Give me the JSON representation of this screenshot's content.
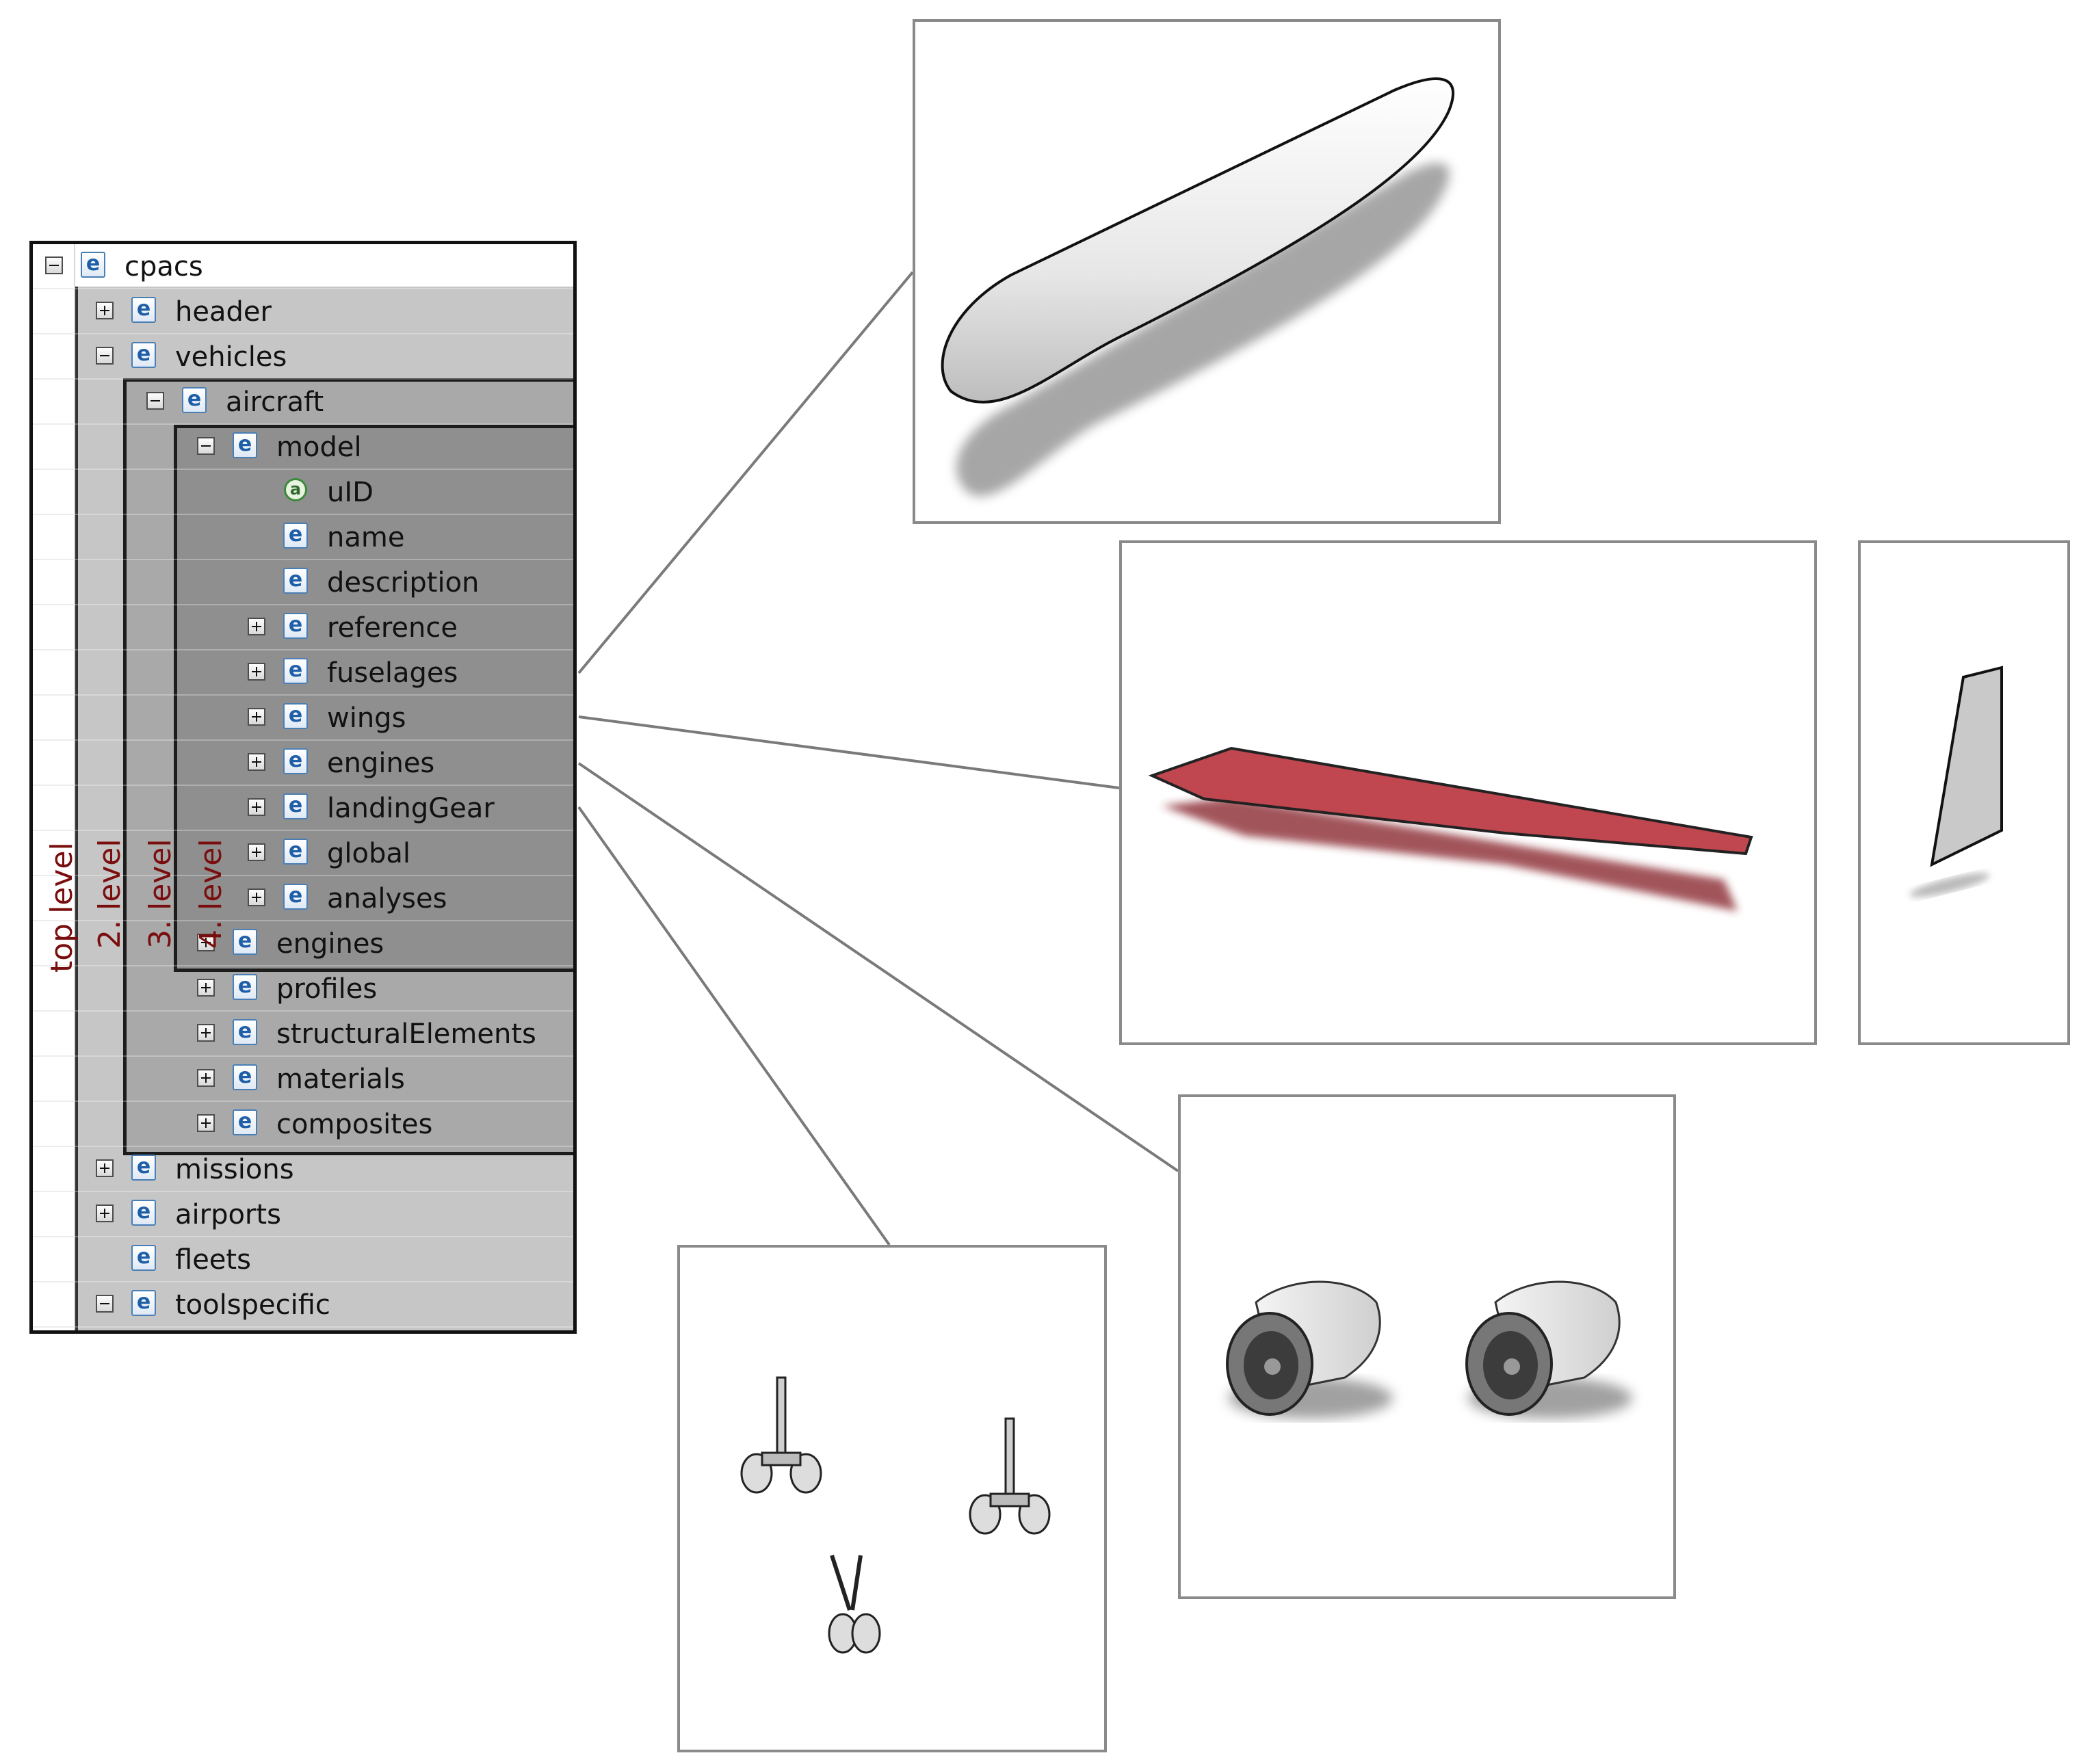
{
  "tree": {
    "level_labels": [
      "top level",
      "2. level",
      "3. level",
      "4. level"
    ],
    "nodes": [
      {
        "label": "cpacs",
        "type": "e",
        "toggle": "minus"
      },
      {
        "label": "header",
        "type": "e",
        "toggle": "plus"
      },
      {
        "label": "vehicles",
        "type": "e",
        "toggle": "minus"
      },
      {
        "label": "aircraft",
        "type": "e",
        "toggle": "minus"
      },
      {
        "label": "model",
        "type": "e",
        "toggle": "minus"
      },
      {
        "label": "uID",
        "type": "a",
        "toggle": "none"
      },
      {
        "label": "name",
        "type": "e",
        "toggle": "none"
      },
      {
        "label": "description",
        "type": "e",
        "toggle": "none"
      },
      {
        "label": "reference",
        "type": "e",
        "toggle": "plus"
      },
      {
        "label": "fuselages",
        "type": "e",
        "toggle": "plus"
      },
      {
        "label": "wings",
        "type": "e",
        "toggle": "plus"
      },
      {
        "label": "engines",
        "type": "e",
        "toggle": "plus"
      },
      {
        "label": "landingGear",
        "type": "e",
        "toggle": "plus"
      },
      {
        "label": "global",
        "type": "e",
        "toggle": "plus"
      },
      {
        "label": "analyses",
        "type": "e",
        "toggle": "plus"
      },
      {
        "label": "engines",
        "type": "e",
        "toggle": "plus"
      },
      {
        "label": "profiles",
        "type": "e",
        "toggle": "plus"
      },
      {
        "label": "structuralElements",
        "type": "e",
        "toggle": "plus"
      },
      {
        "label": "materials",
        "type": "e",
        "toggle": "plus"
      },
      {
        "label": "composites",
        "type": "e",
        "toggle": "plus"
      },
      {
        "label": "missions",
        "type": "e",
        "toggle": "plus"
      },
      {
        "label": "airports",
        "type": "e",
        "toggle": "plus"
      },
      {
        "label": "fleets",
        "type": "e",
        "toggle": "none"
      },
      {
        "label": "toolspecific",
        "type": "e",
        "toggle": "minus"
      }
    ]
  },
  "colors": {
    "level_label": "#7a0e0e",
    "wing_fill": "#c0474f",
    "fuselage_fill": "#e6e6e6",
    "connector": "#7a7a7a"
  },
  "pictures": [
    "fuselage-render",
    "wing-render",
    "vertical-tail-render",
    "engines-render",
    "landing-gear-render"
  ]
}
